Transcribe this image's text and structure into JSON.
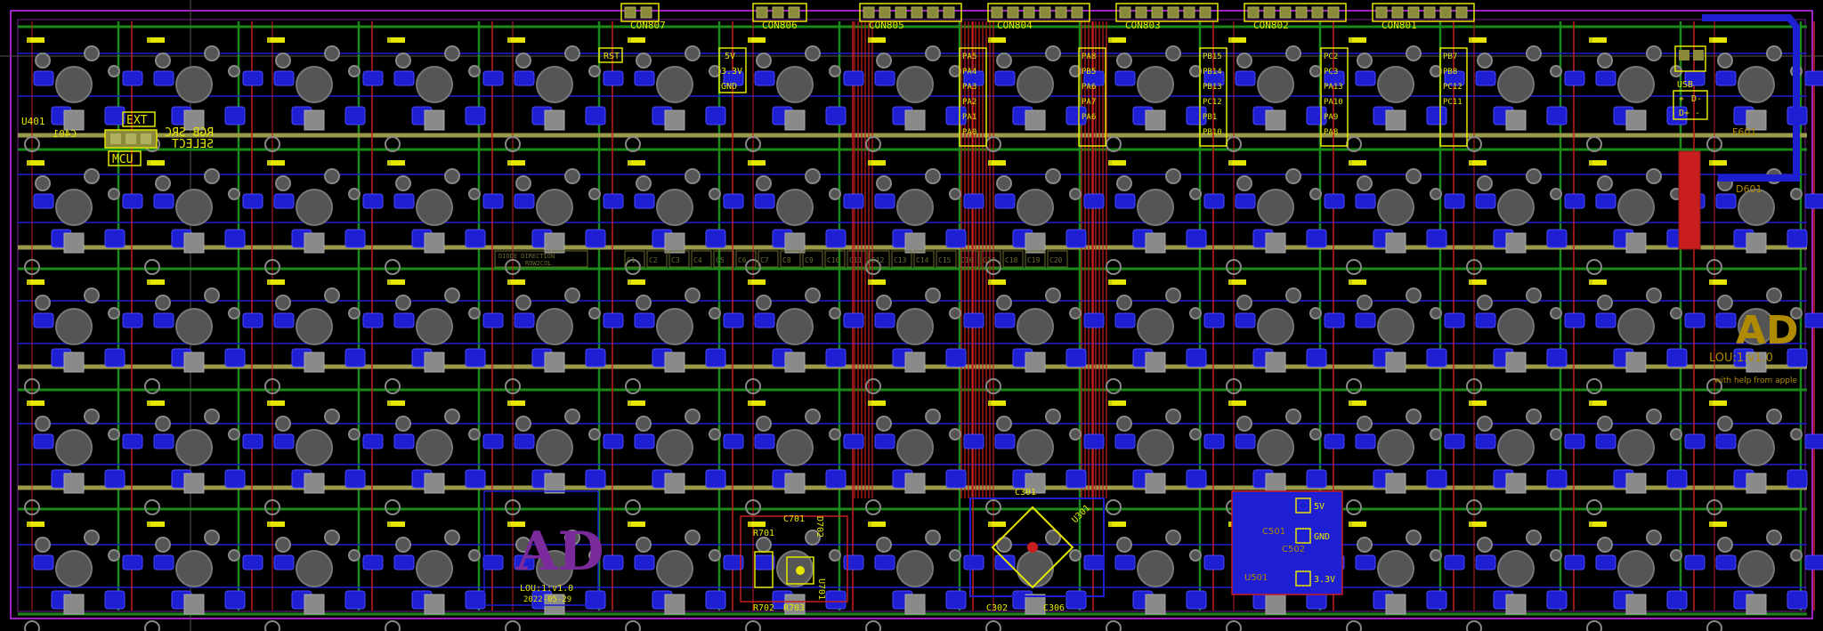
{
  "colors": {
    "background": "#000000",
    "board_outline": "#a020c0",
    "top_copper": "#c81e1e",
    "bottom_copper": "#1e1ed2",
    "inner_copper": "#1a8a1a",
    "pad": "#9a9a4a",
    "silkscreen": "#e6e600",
    "bottom_silk": "#b08a00",
    "via": "#7a7a7a",
    "keepout": "#5a2a8a"
  },
  "icons": {
    "switch_footprint": "mx-switch-icon",
    "diode": "diode-icon",
    "led": "led-icon",
    "mcu": "mcu-icon",
    "usb": "usb-connector-icon",
    "logo": "ad-monogram-icon"
  },
  "connectors": [
    {
      "label": "CON807"
    },
    {
      "label": "CON806"
    },
    {
      "label": "CON805"
    },
    {
      "label": "CON804"
    },
    {
      "label": "CON803"
    },
    {
      "label": "CON802"
    },
    {
      "label": "CON801"
    }
  ],
  "pin_groups": [
    {
      "pins": [
        "PA5",
        "PA4",
        "PA3",
        "PA2",
        "PA1",
        "PA0"
      ]
    },
    {
      "pins": [
        "PA8",
        "PB5",
        "PA6",
        "PA7",
        "PA6"
      ]
    },
    {
      "pins": [
        "PB15",
        "PB14",
        "PB13",
        "PC12",
        "PB1",
        "PB10"
      ]
    },
    {
      "pins": [
        "PC2",
        "PC3",
        "PA13",
        "PA10",
        "PA9",
        "PA8"
      ]
    },
    {
      "pins": [
        "PB7",
        "PB8",
        "PC12",
        "PC11"
      ]
    }
  ],
  "labels": {
    "rst": "RST",
    "v5": "5V",
    "v33": "3.3V",
    "gnd": "GND",
    "u401": "U401",
    "c401": "C401",
    "ext": "EXT",
    "rgb_src": "RGB SRC",
    "select": "SELECT",
    "mcu": "MCU",
    "usb": "USB",
    "usb_pins": [
      "+",
      "D-",
      "D+",
      "-"
    ],
    "fuse": "F601",
    "d601": "D601",
    "rev_right": "LOU:1:v1.0",
    "credit": "with help from apple",
    "rev_left": "LOU:1:v1.0",
    "date": "2022-05-29",
    "diode_dir": "DIODE DIRECTION",
    "diode_dir2": "ROW2COL",
    "mcu_ref": "U301",
    "c301": "C301",
    "c306": "C306",
    "c302": "C302",
    "r703": "R703",
    "r702": "R702",
    "r701": "R701",
    "c701": "C701",
    "u701": "U701",
    "d702": "D702",
    "ldo_ref": "U501",
    "c501": "C501",
    "c502": "C502",
    "ldo_5v": "5V",
    "ldo_gnd": "GND",
    "ldo_33": "3.3V",
    "logo": "AD"
  },
  "col_header_labels": [
    "C1",
    "C2",
    "C3",
    "C4",
    "C5",
    "C6",
    "C7",
    "C8",
    "C9",
    "C10",
    "C11",
    "C12",
    "C13",
    "C14",
    "C15",
    "C16",
    "C17",
    "C18",
    "C19",
    "C20"
  ]
}
